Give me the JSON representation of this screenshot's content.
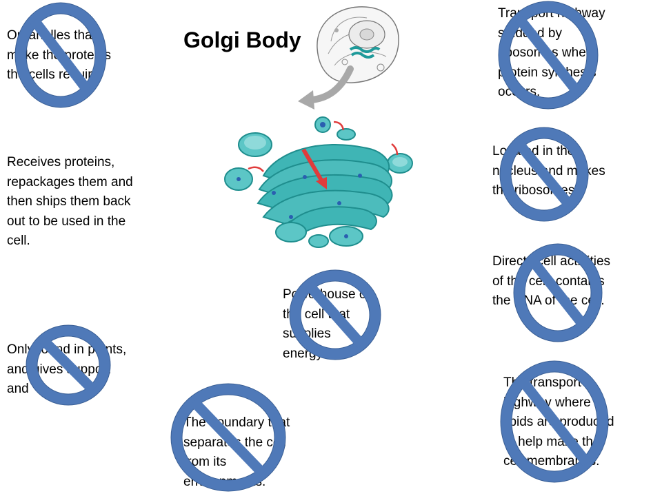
{
  "title": "Golgi Body",
  "colors": {
    "prohibit_symbol": "#4f79b8",
    "organelle": "#2aa6a6",
    "arrow_red": "#e03b3b",
    "arrow_grey": "#a8a8a8"
  },
  "icons": {
    "prohibit": "prohibit-icon",
    "cell_sketch": "cell-sketch-icon",
    "golgi": "golgi-apparatus-icon"
  },
  "clues": {
    "ribosomes": {
      "lines": [
        "Organelles that",
        "make the proteins",
        "the cells require."
      ]
    },
    "golgi": {
      "lines": [
        "Receives proteins,",
        "repackages them and",
        "then ships them back",
        "out to be used in the",
        "cell."
      ]
    },
    "cell_wall": {
      "lines": [
        "Only found in plants,",
        "and gives support",
        "and"
      ]
    },
    "cell_membrane": {
      "lines": [
        "The boundary that",
        "separates the cell",
        "from its",
        "environments."
      ]
    },
    "mitochondria": {
      "lines": [
        "Powerhouse of",
        "the cell that",
        "supplies",
        "energy."
      ]
    },
    "rough_er": {
      "lines": [
        "Transport highway",
        "studded by",
        "ribosomes where",
        "protein synthesis",
        "occurs."
      ]
    },
    "nucleolus": {
      "lines": [
        "Located in the",
        "nucleus and makes",
        "the ribosomes."
      ]
    },
    "nucleus": {
      "lines": [
        "Directs cell activities",
        "of the cell; contains",
        "the DNA of the cell."
      ]
    },
    "smooth_er": {
      "lines": [
        "The transport",
        "highway where",
        "lipids are produced",
        "to help make the",
        "cell membranes."
      ]
    }
  }
}
